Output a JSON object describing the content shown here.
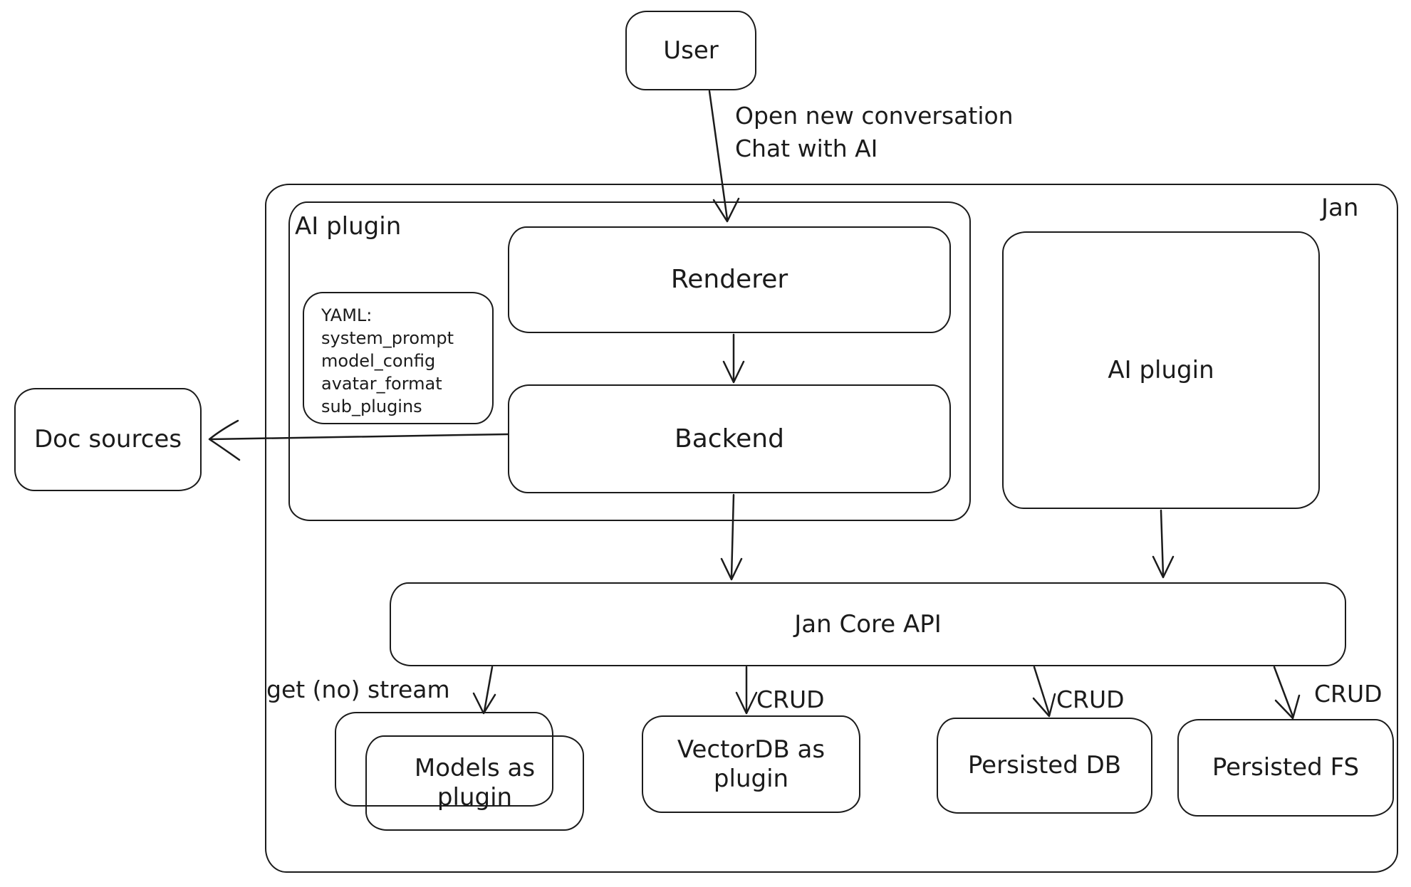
{
  "canvas": {
    "background": "#ffffff",
    "stroke_color": "#1b1b1b"
  },
  "nodes": {
    "user": {
      "label": "User"
    },
    "jan_container": {
      "label": "Jan"
    },
    "ai_plugin_group": {
      "label": "AI plugin"
    },
    "renderer": {
      "label": "Renderer"
    },
    "backend": {
      "label": "Backend"
    },
    "yaml_note": {
      "lines": [
        "YAML:",
        "system_prompt",
        "model_config",
        "avatar_format",
        "sub_plugins"
      ]
    },
    "doc_sources": {
      "label": "Doc sources"
    },
    "ai_plugin_right": {
      "label": "AI plugin"
    },
    "jan_core_api": {
      "label": "Jan Core API"
    },
    "models_as_plugin": {
      "label": "Models as plugin"
    },
    "vectordb_as_plugin": {
      "label": "VectorDB as plugin"
    },
    "persisted_db": {
      "label": "Persisted DB"
    },
    "persisted_fs": {
      "label": "Persisted FS"
    }
  },
  "edges": {
    "user_flow": {
      "line1": "Open new conversation",
      "line2": "Chat with AI"
    },
    "get_stream": {
      "label": "get (no) stream"
    },
    "crud_vectordb": {
      "label": "CRUD"
    },
    "crud_persisted_db": {
      "label": "CRUD"
    },
    "crud_persisted_fs": {
      "label": "CRUD"
    }
  }
}
